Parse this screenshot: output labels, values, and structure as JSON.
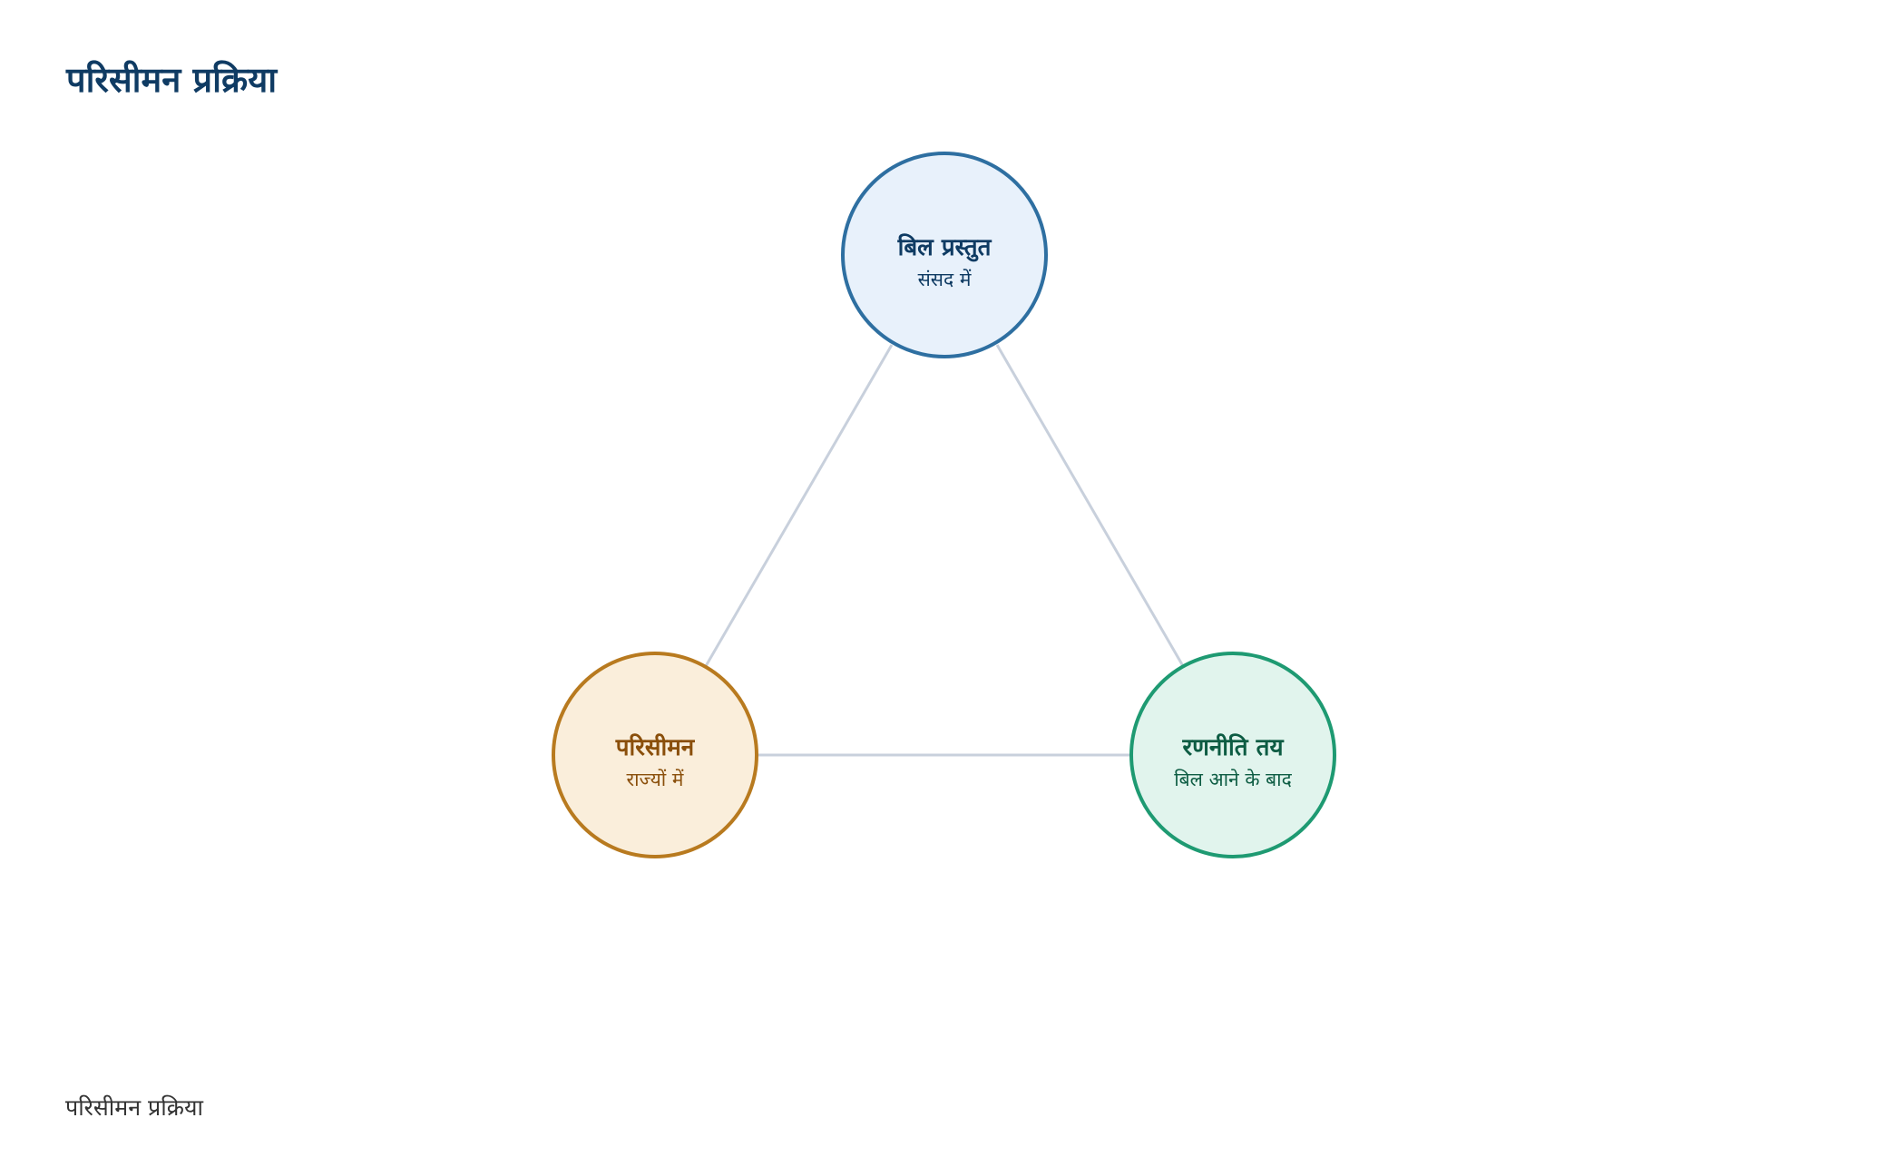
{
  "title": "परिसीमन प्रक्रिया",
  "footer": "परिसीमन प्रक्रिया",
  "nodes": [
    {
      "id": "bill",
      "title": "बिल प्रस्तुत",
      "subtitle": "संसद में",
      "stroke": "#2e6fa1",
      "fill": "#e8f1fb",
      "text_color": "#0f3b63"
    },
    {
      "id": "delimitation",
      "title": "परिसीमन",
      "subtitle": "राज्यों में",
      "stroke": "#b87a1f",
      "fill": "#faeedb",
      "text_color": "#8a4f0b"
    },
    {
      "id": "strategy",
      "title": "रणनीति तय",
      "subtitle": "बिल आने के बाद",
      "stroke": "#1e9a72",
      "fill": "#e1f4ed",
      "text_color": "#0d5c43"
    }
  ],
  "edges": [
    {
      "from": "bill",
      "to": "delimitation"
    },
    {
      "from": "bill",
      "to": "strategy"
    },
    {
      "from": "delimitation",
      "to": "strategy"
    }
  ],
  "edge_color": "#c8d0dc"
}
